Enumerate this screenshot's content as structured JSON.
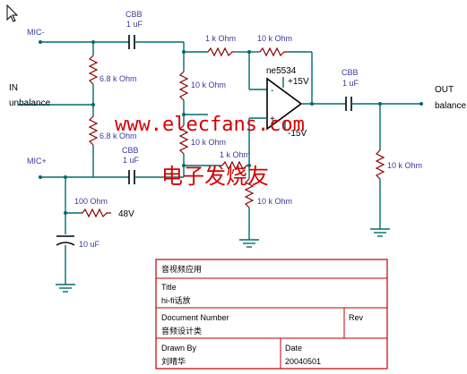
{
  "labels": {
    "mic_minus": "MIC-",
    "mic_plus": "MIC+",
    "in_line1": "IN",
    "in_line2": "unbalance",
    "out_line1": "OUT",
    "out_line2": "balance",
    "cbb_top": "CBB",
    "cbb_top_val": "1 uF",
    "cbb_mid": "CBB",
    "cbb_mid_val": "1 uF",
    "cbb_out": "CBB",
    "cbb_out_val": "1 uF",
    "r_68_top": "6.8 k Ohm",
    "r_68_bot": "6.8 k Ohm",
    "r_1k_top": "1 k Ohm",
    "r_10k_fb": "10 k Ohm",
    "r_10k_upper": "10 k Ohm",
    "r_10k_lower": "10 k Ohm",
    "r_1k_mid": "1 k Ohm",
    "r_10k_gnd": "10 k Ohm",
    "r_10k_out": "10 k Ohm",
    "opamp": "ne5534",
    "vpos": "+15V",
    "vneg": "-15V",
    "opamp_minus": "-",
    "opamp_plus": "+",
    "r_100": "100 Ohm",
    "v48": "48V",
    "c10": "10 uF"
  },
  "watermark": {
    "url": "www.elecfans.com",
    "cn": "电子发烧友"
  },
  "title_block": {
    "header": "音视频应用",
    "title_label": "Title",
    "title_value": "hi-fi话放",
    "docnum_label": "Document Number",
    "docnum_value": "音频设计类",
    "rev_label": "Rev",
    "drawn_label": "Drawn By",
    "drawn_value": "刘晴华",
    "date_label": "Date",
    "date_value": "20040501"
  },
  "colors": {
    "wire": "#006b6b",
    "resistor": "#8b0000",
    "border": "#c00000",
    "label_blue": "#3a3aa0",
    "watermark": "#d40000"
  }
}
